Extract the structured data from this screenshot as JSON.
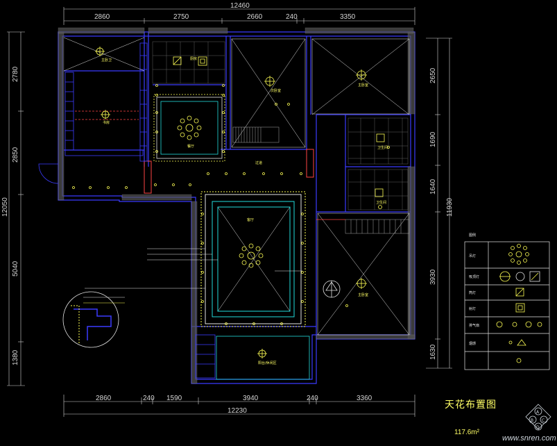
{
  "title": "天花布置图",
  "area": "117.6m²",
  "watermark": "www.snren.com",
  "logo_letters": [
    "A",
    "B",
    "C",
    "D"
  ],
  "dimensions": {
    "top_overall": "12460",
    "top_segments": [
      "2860",
      "2750",
      "2660",
      "240",
      "3350"
    ],
    "bottom_overall": "12230",
    "bottom_segments": [
      "2860",
      "240",
      "1590",
      "3940",
      "240",
      "3360"
    ],
    "left_overall": "12050",
    "left_segments": [
      "2780",
      "2850",
      "5040",
      "1380"
    ],
    "right_overall": "11930",
    "right_segments": [
      "2650",
      "1690",
      "1640",
      "3930",
      "1630"
    ]
  },
  "rooms": {
    "top_left": "主卧卫",
    "study": "书房",
    "kitchen": "厨房",
    "dining": "餐厅",
    "second_bedroom": "次卧室",
    "master_bedroom": "主卧室",
    "bathroom1": "卫生间",
    "bathroom2": "卫生间",
    "living": "客厅",
    "corridor": "过道",
    "bedroom_br": "主卧室",
    "balcony": "阳台/休闲区"
  },
  "legend": {
    "header": "图例",
    "rows": [
      "吊灯",
      "吸顶灯",
      "筒灯",
      "射灯",
      "排气扇",
      "烟感"
    ]
  },
  "colors": {
    "wall": "#3b3bff",
    "yellow": "#ffff55",
    "cyan": "#22dddd",
    "white": "#e6e6e6",
    "red": "#ff3333",
    "hatch": "#888888",
    "gray_block": "#888888"
  }
}
